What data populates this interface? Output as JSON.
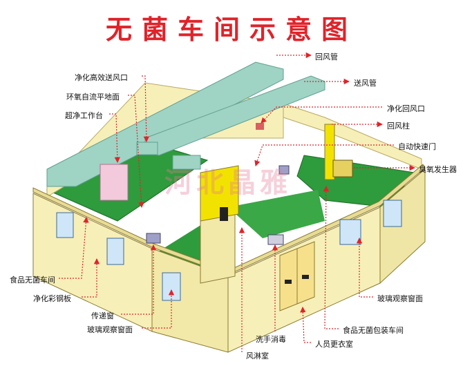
{
  "title": "无菌车间示意图",
  "watermark": "河北晶雅",
  "labels": {
    "return_air_duct": "回风管",
    "supply_air_duct": "送风管",
    "hepa_supply_outlet": "净化高效送风口",
    "epoxy_floor": "环氧自流平地面",
    "clean_bench": "超净工作台",
    "return_air_vent": "净化回风口",
    "return_air_column": "回风柱",
    "fast_door": "自动快速门",
    "ozone_generator": "臭氧发生器",
    "food_sterile_workshop": "食品无菌车间",
    "color_steel_panel": "净化彩钢板",
    "pass_box": "传递窗",
    "window_left": "玻璃观察窗面",
    "hand_wash": "洗手消毒",
    "air_shower": "风淋室",
    "changing_room": "人员更衣室",
    "packaging_workshop": "食品无菌包装车间",
    "window_right": "玻璃观察窗面"
  },
  "colors": {
    "title": "#e0232a",
    "floor": "#2e9b3c",
    "wall": "#f7efb8",
    "duct": "#9fd3c4",
    "leader": "#e0232a",
    "door_yellow": "#f2e200"
  }
}
